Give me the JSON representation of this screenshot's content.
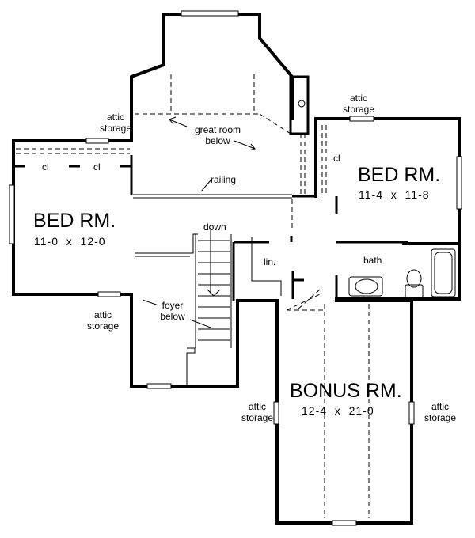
{
  "rooms": {
    "bed_left": {
      "name": "BED RM.",
      "dims": "11-0  x  12-0"
    },
    "bed_right": {
      "name": "BED RM.",
      "dims": "11-4  x  11-8"
    },
    "bonus": {
      "name": "BONUS RM.",
      "dims": "12-4  x  21-0"
    }
  },
  "labels": {
    "attic_storage_top_left": "attic\nstorage",
    "attic_storage_top_right": "attic\nstorage",
    "attic_storage_bottom_left": "attic\nstorage",
    "attic_storage_bonus_left": "attic\nstorage",
    "attic_storage_bonus_right": "attic\nstorage",
    "great_room_below": "great room\nbelow",
    "railing": "railing",
    "down": "down",
    "foyer_below": "foyer\nbelow",
    "closet_1": "cl",
    "closet_2": "cl",
    "closet_3": "cl",
    "linen": "lin.",
    "bath": "bath"
  }
}
